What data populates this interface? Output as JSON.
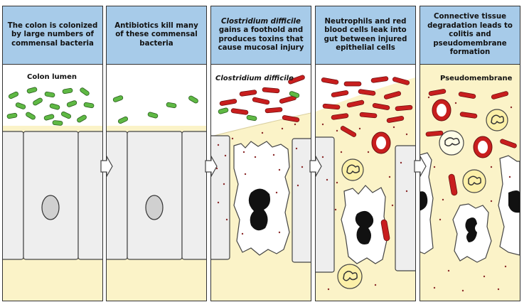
{
  "panels": [
    {
      "caption": "The colon is colonized by large numbers of commensal bacteria",
      "label": "Colon lumen"
    },
    {
      "caption": "Antibiotics kill many of these commensal bacteria"
    },
    {
      "caption_em": "Clostridium difficile",
      "caption_rest": " gains a foothold and produces toxins that cause mucosal injury",
      "label": "Clostridium difficile"
    },
    {
      "caption": "Neutrophils and red blood cells leak into gut between injured epithelial cells"
    },
    {
      "caption": "Connective tissue degradation leads to colitis and pseudomembrane formation",
      "label": "Pseudomembrane"
    }
  ],
  "colors": {
    "header": "#a7cbe9",
    "mucosa": "#fbf3c8",
    "commensal_bacteria": "#5fb944",
    "c_difficile": "#c81e1e",
    "cell_body": "#eeeeee",
    "nucleus": "#d0d0d0"
  }
}
